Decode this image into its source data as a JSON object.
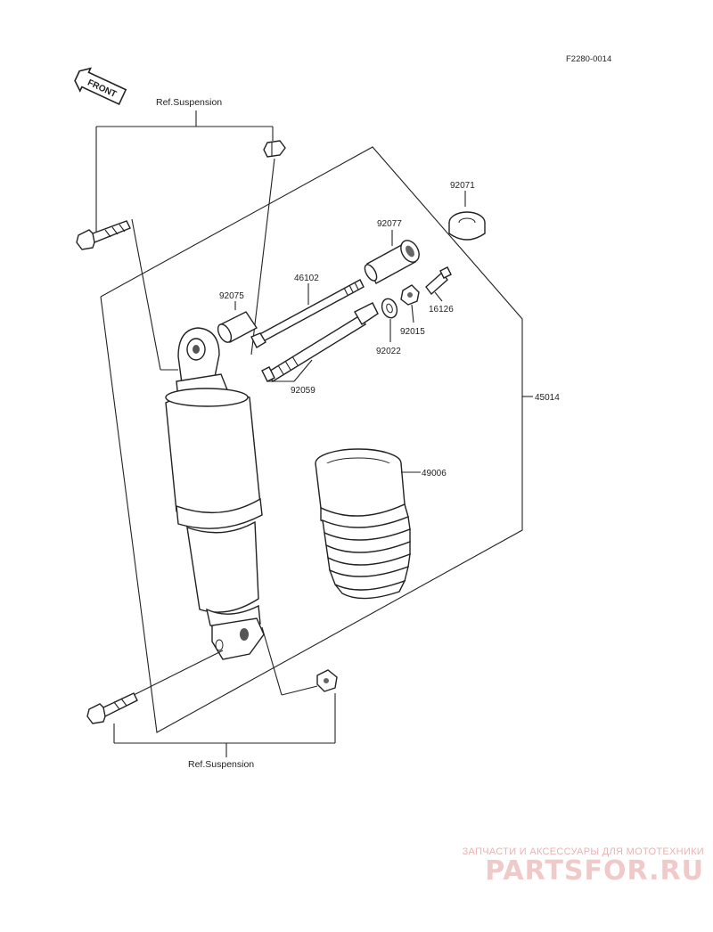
{
  "diagram_code": "F2280-0014",
  "front_label": "FRONT",
  "ref_top": "Ref.Suspension",
  "ref_bottom": "Ref.Suspension",
  "parts": {
    "p92071": "92071",
    "p92077": "92077",
    "p46102": "46102",
    "p92075": "92075",
    "p16126": "16126",
    "p92015": "92015",
    "p92022": "92022",
    "p92059": "92059",
    "p45014": "45014",
    "p49006": "49006"
  },
  "watermark": {
    "tagline": "ЗАПЧАСТИ И АКСЕССУАРЫ ДЛЯ МОТОТЕХНИКИ",
    "logo": "PARTSFOR.RU"
  },
  "colors": {
    "line": "#222222",
    "watermark": "#f0c9c9"
  }
}
